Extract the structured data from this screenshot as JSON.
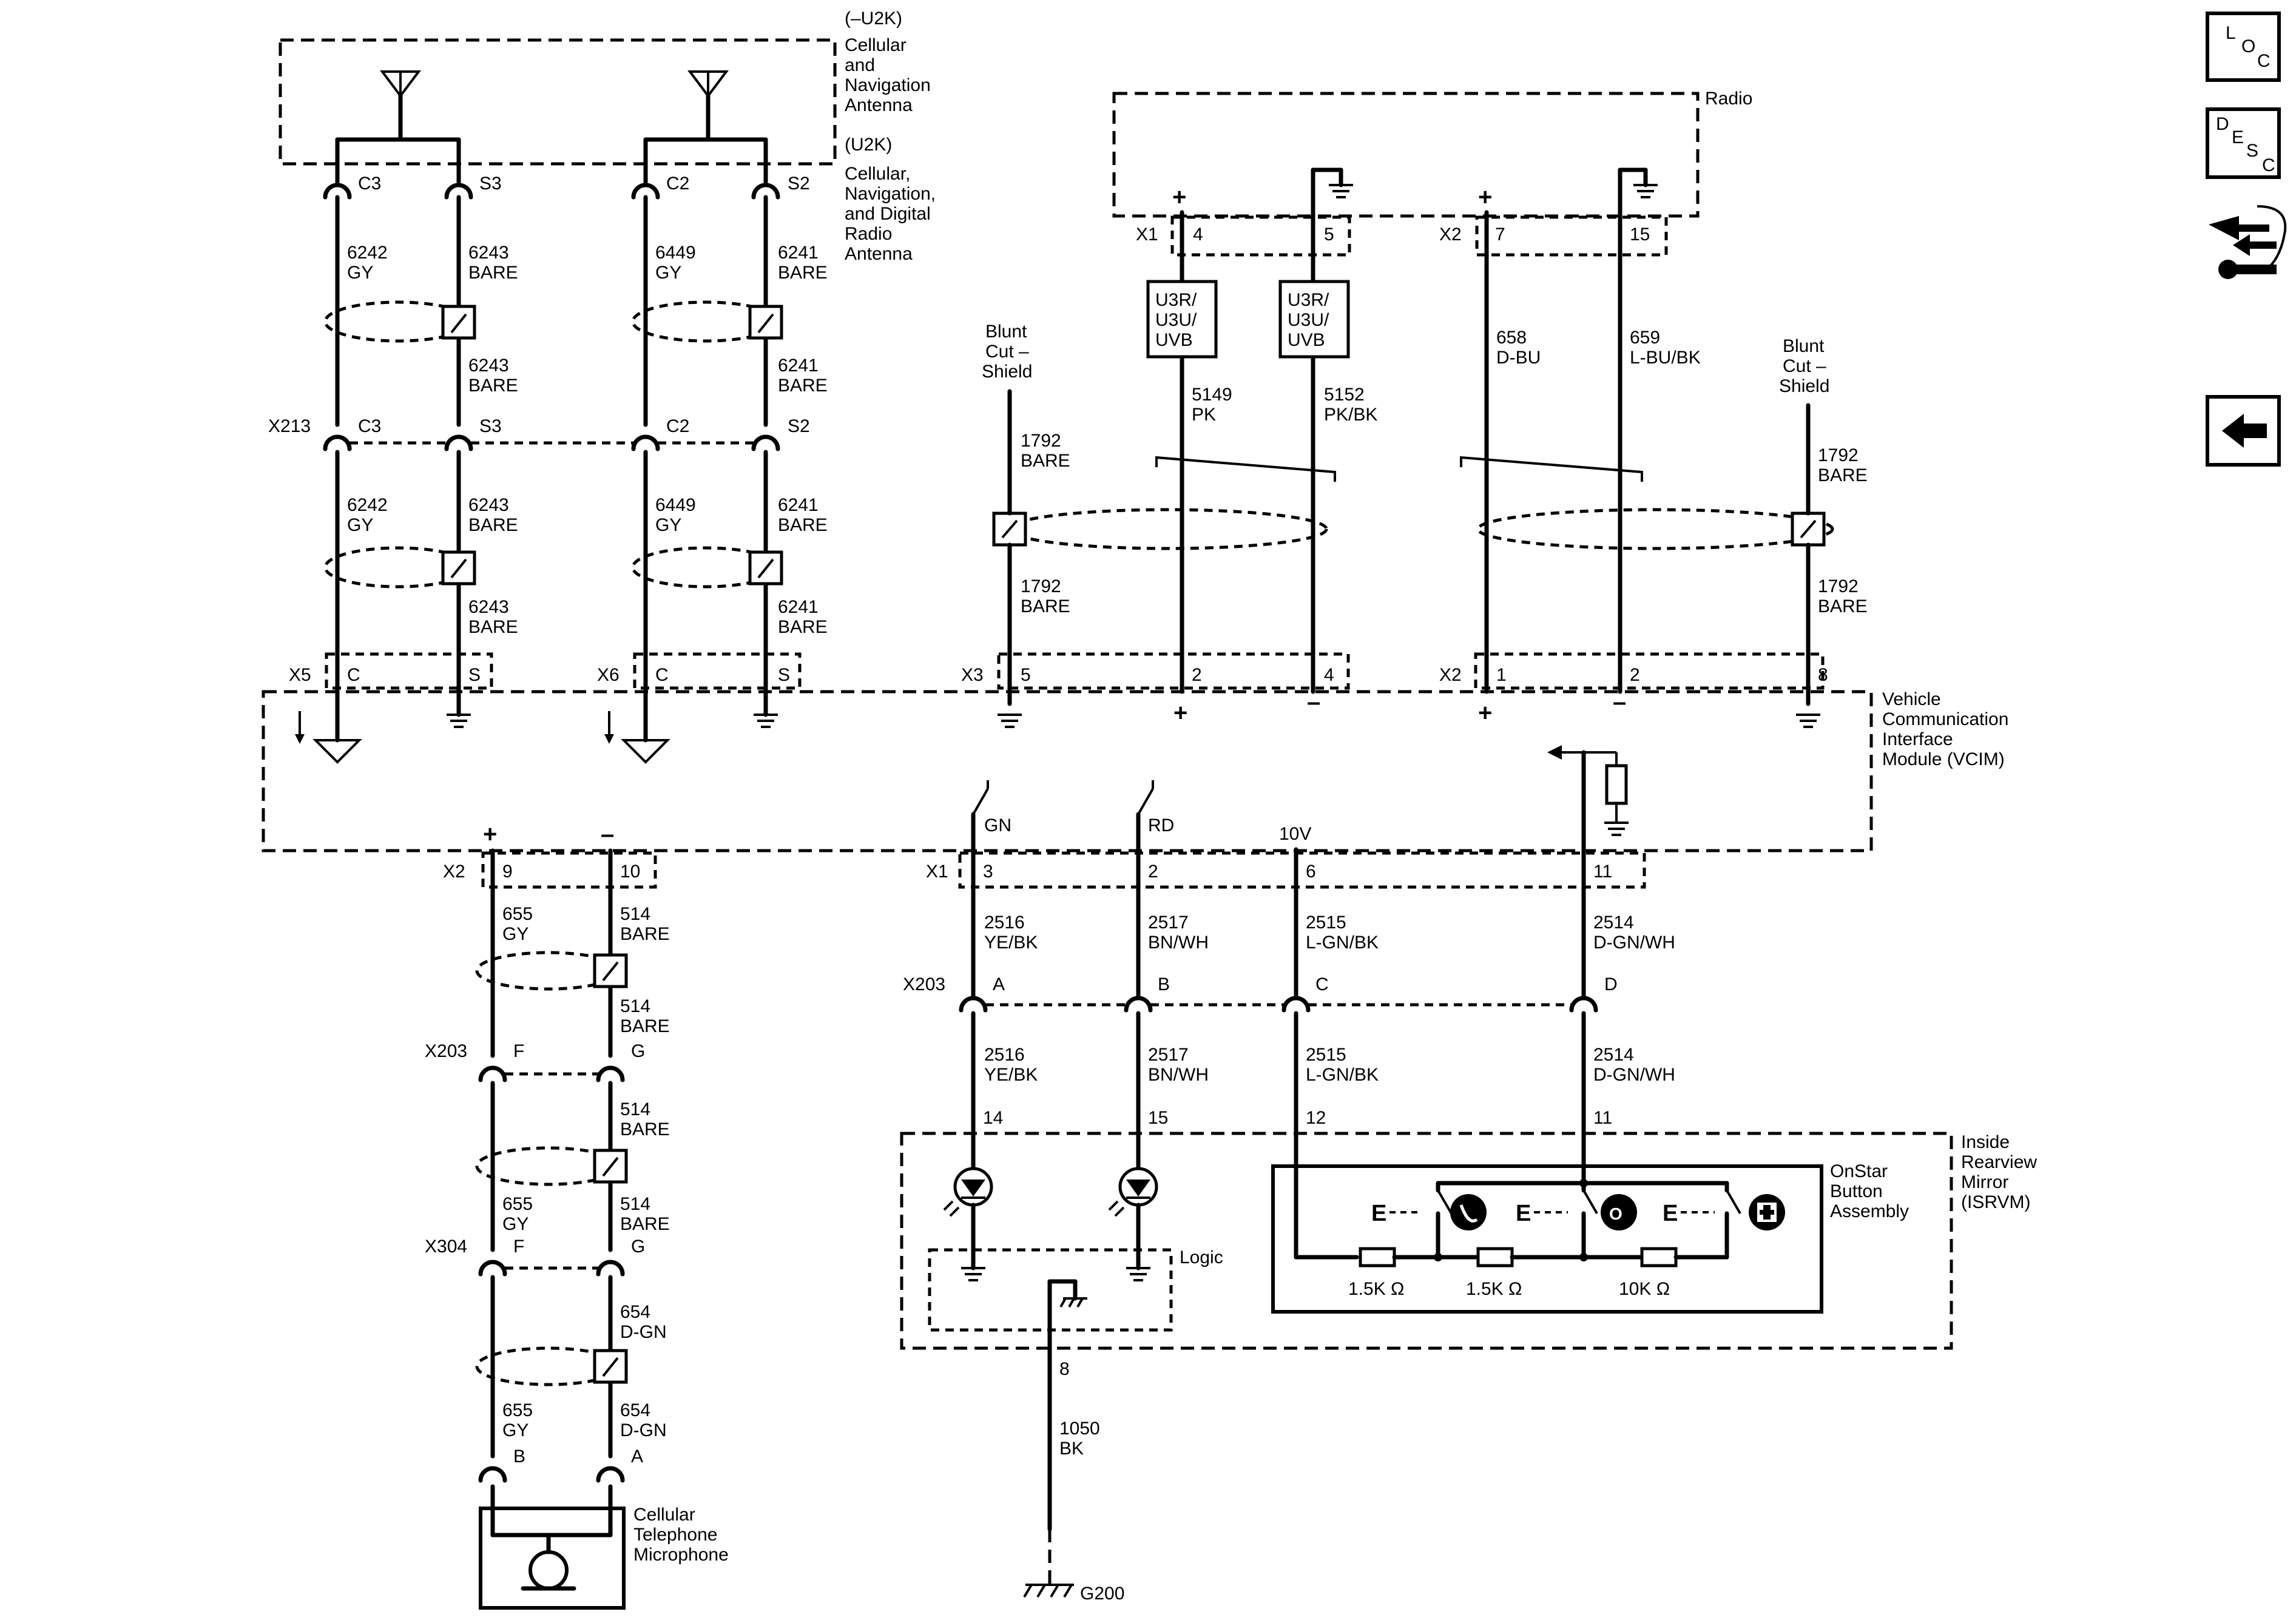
{
  "colors": {
    "line": "#000000",
    "background": "#ffffff"
  },
  "nav": {
    "loc": [
      "L",
      "O",
      "C"
    ],
    "desc": [
      "D",
      "E",
      "S",
      "C"
    ],
    "connector_icon": "connector-end-view-icon",
    "back_icon": "back-arrow-icon"
  },
  "labels": {
    "no_u2k": "(–U2K)",
    "ant1": [
      "Cellular",
      "and",
      "Navigation",
      "Antenna"
    ],
    "u2k": "(U2K)",
    "ant2": [
      "Cellular,",
      "Navigation,",
      "and Digital",
      "Radio",
      "Antenna"
    ],
    "radio": "Radio",
    "vcim": [
      "Vehicle",
      "Communication",
      "Interface",
      "Module (VCIM)"
    ],
    "blunt": [
      "Blunt",
      "Cut –",
      "Shield"
    ],
    "isrvm": [
      "Inside",
      "Rearview",
      "Mirror",
      "(ISRVM)"
    ],
    "onstar": [
      "OnStar",
      "Button",
      "Assembly"
    ],
    "logic": "Logic",
    "mic": [
      "Cellular",
      "Telephone",
      "Microphone"
    ],
    "g200": "G200",
    "res1": "1.5K Ω",
    "res2": "1.5K Ω",
    "res3": "10K Ω",
    "v10": "10V",
    "gn": "GN",
    "rd": "RD",
    "u3r": [
      "U3R/",
      "U3U/",
      "UVB"
    ]
  },
  "connectors": {
    "X213": "X213",
    "X5": "X5",
    "X6": "X6",
    "X3": "X3",
    "X1": "X1",
    "X2": "X2",
    "X203": "X203",
    "X304": "X304"
  },
  "pins": {
    "C3": "C3",
    "S3": "S3",
    "C2": "C2",
    "S2": "S2",
    "C": "C",
    "S": "S",
    "p4": "4",
    "p5": "5",
    "p7": "7",
    "p15": "15",
    "p1": "1",
    "p2": "2",
    "p8": "8",
    "p9": "9",
    "p10": "10",
    "p3": "3",
    "p6": "6",
    "p11": "11",
    "p14": "14",
    "p12": "12",
    "A": "A",
    "B": "B",
    "D": "D",
    "F": "F",
    "G": "G",
    "pin8": "8"
  },
  "wires": {
    "w6242": [
      "6242",
      "GY"
    ],
    "w6243": [
      "6243",
      "BARE"
    ],
    "w6449": [
      "6449",
      "GY"
    ],
    "w6241": [
      "6241",
      "BARE"
    ],
    "w1792": [
      "1792",
      "BARE"
    ],
    "w5149": [
      "5149",
      "PK"
    ],
    "w5152": [
      "5152",
      "PK/BK"
    ],
    "w658": [
      "658",
      "D-BU"
    ],
    "w659": [
      "659",
      "L-BU/BK"
    ],
    "w655": [
      "655",
      "GY"
    ],
    "w514": [
      "514",
      "BARE"
    ],
    "w654": [
      "654",
      "D-GN"
    ],
    "w2516": [
      "2516",
      "YE/BK"
    ],
    "w2517": [
      "2517",
      "BN/WH"
    ],
    "w2515": [
      "2515",
      "L-GN/BK"
    ],
    "w2514": [
      "2514",
      "D-GN/WH"
    ],
    "w1050": [
      "1050",
      "BK"
    ]
  }
}
